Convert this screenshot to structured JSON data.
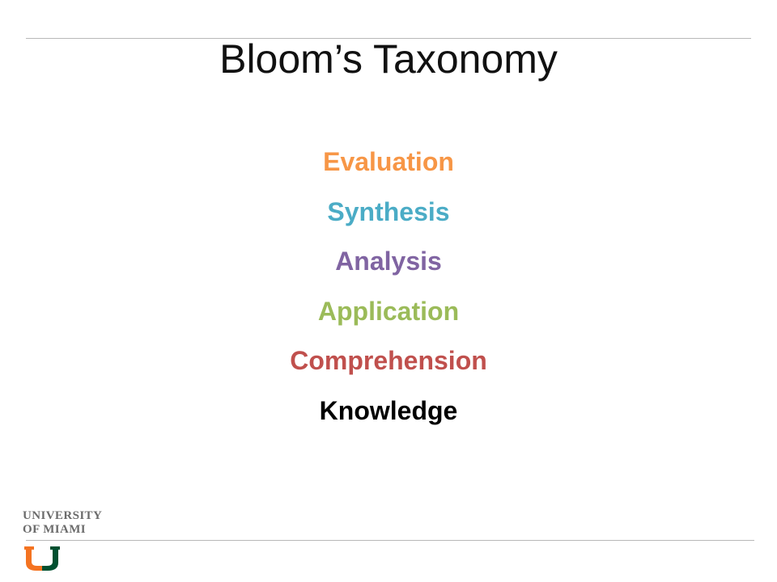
{
  "slide": {
    "title": "Bloom’s Taxonomy",
    "levels": [
      {
        "label": "Evaluation",
        "color": "#f79646"
      },
      {
        "label": "Synthesis",
        "color": "#4bacc6"
      },
      {
        "label": "Analysis",
        "color": "#8064a2"
      },
      {
        "label": "Application",
        "color": "#9bbb59"
      },
      {
        "label": "Comprehension",
        "color": "#c0504d"
      },
      {
        "label": "Knowledge",
        "color": "#000000"
      }
    ]
  },
  "logo": {
    "line1": "UNIVERSITY",
    "line2": "OF MIAMI",
    "mark_icon": "u-logo-icon",
    "colors": {
      "orange": "#f47321",
      "green": "#005030",
      "text": "#6b6b6b"
    }
  }
}
